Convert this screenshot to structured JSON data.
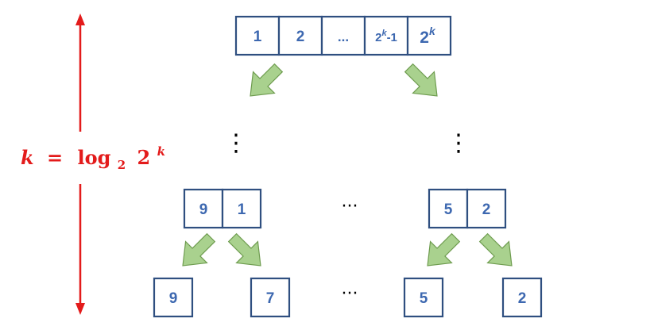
{
  "colors": {
    "box_stroke": "#2f4f80",
    "box_text": "#3d68b0",
    "arrow_fill": "#a9d18e",
    "arrow_stroke": "#6e9c4f",
    "height_arrow": "#e31b1b",
    "ellipsis": "#000000"
  },
  "top_array": {
    "cells": [
      "1",
      "2",
      "...",
      "2",
      "2"
    ],
    "cell4_sup": "k",
    "cell4_suffix": "-1",
    "cell5_sup": "k"
  },
  "ellipsis_horizontal": "···",
  "ellipsis_vertical": "⋮",
  "mid_left_pair": [
    "9",
    "1"
  ],
  "mid_right_pair": [
    "5",
    "2"
  ],
  "bottom_leaves": [
    "9",
    "7",
    "5",
    "2"
  ],
  "height_label": {
    "variable": "k",
    "equals": "=",
    "log": "log",
    "base": "2",
    "arg": "2",
    "arg_sup": "k"
  }
}
